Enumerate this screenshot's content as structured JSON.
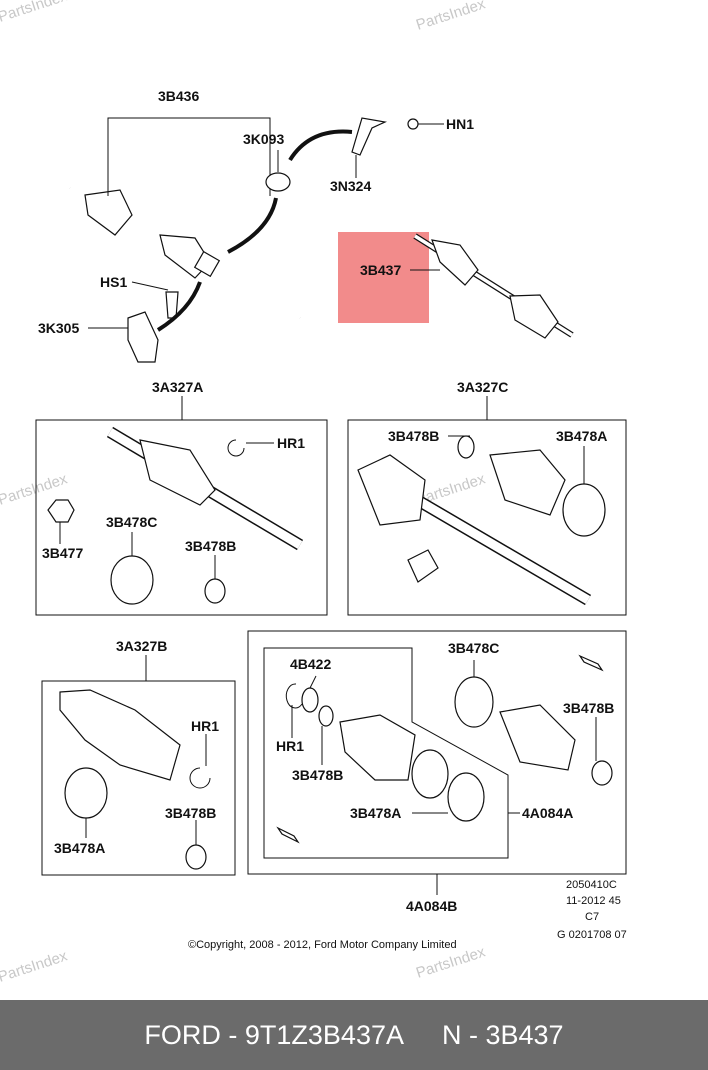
{
  "watermark": "PartsIndex",
  "highlight_color": "#f28b8b",
  "labels": {
    "l3B436": "3B436",
    "l3K093": "3K093",
    "lHN1": "HN1",
    "l3N324": "3N324",
    "lHS1": "HS1",
    "l3K305": "3K305",
    "l3B437": "3B437",
    "l3A327A": "3A327A",
    "l3A327C": "3A327C",
    "l3A327B": "3A327B",
    "a_HR1": "HR1",
    "a_3B478C": "3B478C",
    "a_3B477": "3B477",
    "a_3B478B": "3B478B",
    "c_3B478B": "3B478B",
    "c_3B478A": "3B478A",
    "b_HR1": "HR1",
    "b_3B478B": "3B478B",
    "b_3B478A": "3B478A",
    "d_4B422": "4B422",
    "d_HR1": "HR1",
    "d_3B478B": "3B478B",
    "d_3B478A": "3B478A",
    "d_4A084A": "4A084A",
    "d_3B478C": "3B478C",
    "d_3B478B2": "3B478B",
    "d_4A084B": "4A084B"
  },
  "ref_codes": [
    "2050410C",
    "11-2012 45",
    "C7",
    "G 0201708 07"
  ],
  "copyright": "©Copyright, 2008 - 2012, Ford Motor Company Limited",
  "footer": {
    "left": "FORD - 9T1Z3B437A",
    "right": "N - 3B437"
  }
}
